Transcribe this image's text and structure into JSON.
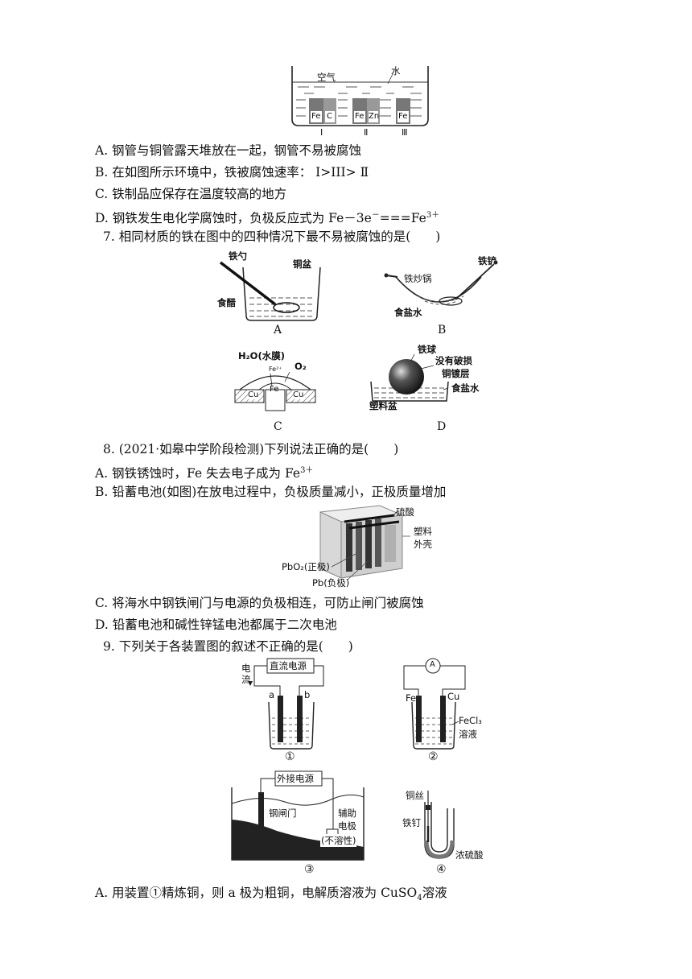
{
  "fig1": {
    "air": "空气",
    "water": "水",
    "cell1": [
      "Fe",
      "C"
    ],
    "cell2": [
      "Fe",
      "Zn"
    ],
    "cell3": [
      "Fe"
    ],
    "labels": [
      "Ⅰ",
      "Ⅱ",
      "Ⅲ"
    ]
  },
  "q6_options": {
    "a": "A. 钢管与铜管露天堆放在一起，钢管不易被腐蚀",
    "b": "B. 在如图所示环境中，铁被腐蚀速率： Ⅰ>III> Ⅱ",
    "c": "C. 铁制品应保存在温度较高的地方",
    "d_pre": "D. 钢铁发生电化学腐蚀时，负极反应式为 Fe－3e",
    "d_sup1": "－",
    "d_mid": "===Fe",
    "d_sup2": "3＋"
  },
  "q7": {
    "stem": "7. 相同材质的铁在图中的四种情况下最不易被腐蚀的是(　　)",
    "figA": {
      "spoon": "铁勺",
      "basin": "铜盆",
      "vinegar": "食醋",
      "cap": "A"
    },
    "figB": {
      "wok": "铁炒锅",
      "spatula": "铁铲",
      "brine": "食盐水",
      "cap": "B"
    },
    "figC": {
      "film": "H₂O(水膜)",
      "o2": "O₂",
      "fe2": "Fe²⁺",
      "fe": "Fe",
      "cu1": "Cu",
      "cu2": "Cu",
      "cap": "C"
    },
    "figD": {
      "ball": "铁球",
      "nodamage": "没有破损",
      "cu_layer": "铜镀层",
      "brine": "食盐水",
      "plastic": "塑料盆",
      "cap": "D"
    }
  },
  "q8": {
    "stem": "8. (2021·如皋中学阶段检测)下列说法正确的是(　　)",
    "a_pre": "A. 钢铁锈蚀时，Fe 失去电子成为 Fe",
    "a_sup": "3＋",
    "b": "B. 铅蓄电池(如图)在放电过程中，负极质量减小，正极质量增加",
    "fig": {
      "acid": "硫酸",
      "shell1": "塑料",
      "shell2": "外壳",
      "pbo2": "PbO₂(正极)",
      "pb": "Pb(负极)"
    },
    "c": "C. 将海水中钢铁闸门与电源的负极相连，可防止闸门被腐蚀",
    "d": "D. 铅蓄电池和碱性锌锰电池都属于二次电池"
  },
  "q9": {
    "stem": "9. 下列关于各装置图的叙述不正确的是(　　)",
    "fig1": {
      "source": "直流电源",
      "current1": "电",
      "current2": "流",
      "a": "a",
      "b": "b",
      "cap": "①"
    },
    "fig2": {
      "meter": "A",
      "fe": "Fe",
      "cu": "Cu",
      "sol1": "FeCl₃",
      "sol2": "溶液",
      "cap": "②"
    },
    "fig3": {
      "source": "外接电源",
      "gate": "钢闸门",
      "aux1": "辅助",
      "aux2": "电极",
      "aux3": "(不溶性)",
      "cap": "③"
    },
    "fig4": {
      "wire": "铜丝",
      "nail": "铁钉",
      "acid": "浓硫酸",
      "cap": "④"
    },
    "a_pre": "A. 用装置①精炼铜，则 a 极为粗铜，电解质溶液为 CuSO",
    "a_sub": "4",
    "a_post": "溶液"
  }
}
